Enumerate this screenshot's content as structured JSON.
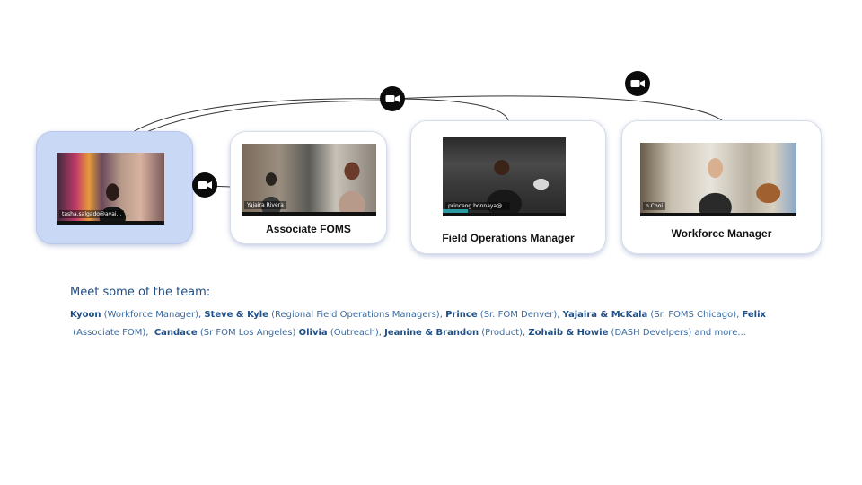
{
  "cards": [
    {
      "name_tag": "tasha.salgado@avai...",
      "label": ""
    },
    {
      "name_tag": "Yajaira Rivera",
      "label": "Associate FOMS"
    },
    {
      "name_tag": "princeog.bonnaya@...",
      "label": "Field Operations Manager"
    },
    {
      "name_tag": "n Choi",
      "label": "Workforce Manager"
    }
  ],
  "icons": [
    "video-camera-icon",
    "video-camera-icon",
    "video-camera-icon"
  ],
  "team": {
    "title": "Meet some of the team:",
    "members": [
      {
        "name": "Kyoon",
        "detail": " (Workforce Manager), "
      },
      {
        "name": "Steve & Kyle",
        "detail": " (Regional Field Operations Managers), "
      },
      {
        "name": "Prince",
        "detail": " (Sr. FOM Denver), "
      },
      {
        "name": "Yajaira & McKala",
        "detail": " (Sr. FOMS Chicago), "
      },
      {
        "name": "Felix",
        "detail": " (Associate FOM),  "
      },
      {
        "name": "Candace",
        "detail": " (Sr FOM Los Angeles) "
      },
      {
        "name": "Olivia",
        "detail": " (Outreach), "
      },
      {
        "name": "Jeanine & Brandon",
        "detail": " (Product), "
      },
      {
        "name": "Zohaib & Howie",
        "detail": " (DASH Develpers) and more..."
      }
    ]
  },
  "colors": {
    "accent_text": "#1f4f86",
    "body_text": "#3a6aa0",
    "active_card": "#c9d8f5"
  }
}
